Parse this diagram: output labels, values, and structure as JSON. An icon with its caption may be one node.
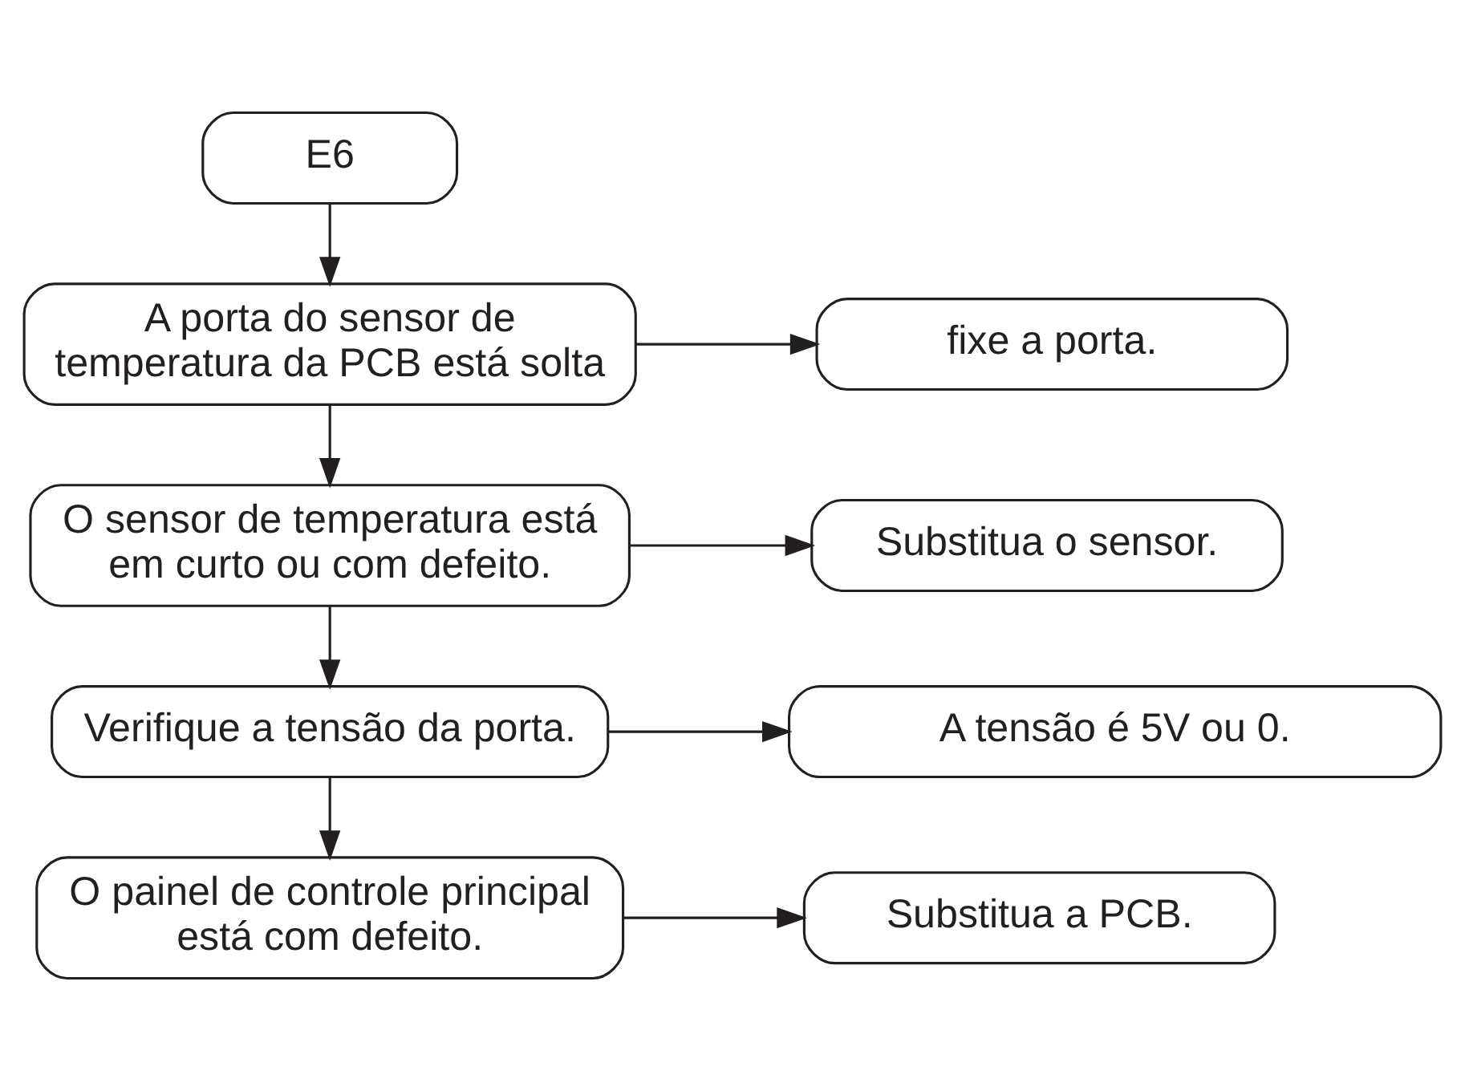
{
  "diagram": {
    "nodes": [
      {
        "text": [
          "E6"
        ]
      },
      {
        "text": [
          "A porta do sensor de temperatura da PCB está solta"
        ]
      },
      {
        "text": [
          "fixe a porta."
        ]
      },
      {
        "text": [
          "O sensor de temperatura está em curto ou com defeito."
        ]
      },
      {
        "text": [
          "Substitua o sensor."
        ]
      },
      {
        "text": [
          "Verifique a tensão da porta."
        ]
      },
      {
        "text": [
          "A tensão é 5V ou 0."
        ]
      },
      {
        "text": [
          "O painel de controle principal está com defeito."
        ]
      },
      {
        "text": [
          "Substitua a PCB."
        ]
      }
    ],
    "edges": [
      {
        "from": 0,
        "to": 1,
        "arrow": "to"
      },
      {
        "from": 1,
        "to": 2,
        "arrow": "to"
      },
      {
        "from": 1,
        "to": 3,
        "arrow": "to"
      },
      {
        "from": 3,
        "to": 4,
        "arrow": "to"
      },
      {
        "from": 3,
        "to": 5,
        "arrow": "to"
      },
      {
        "from": 5,
        "to": 6,
        "arrow": "to"
      },
      {
        "from": 5,
        "to": 7,
        "arrow": "to"
      },
      {
        "from": 7,
        "to": 8,
        "arrow": "to"
      }
    ]
  }
}
